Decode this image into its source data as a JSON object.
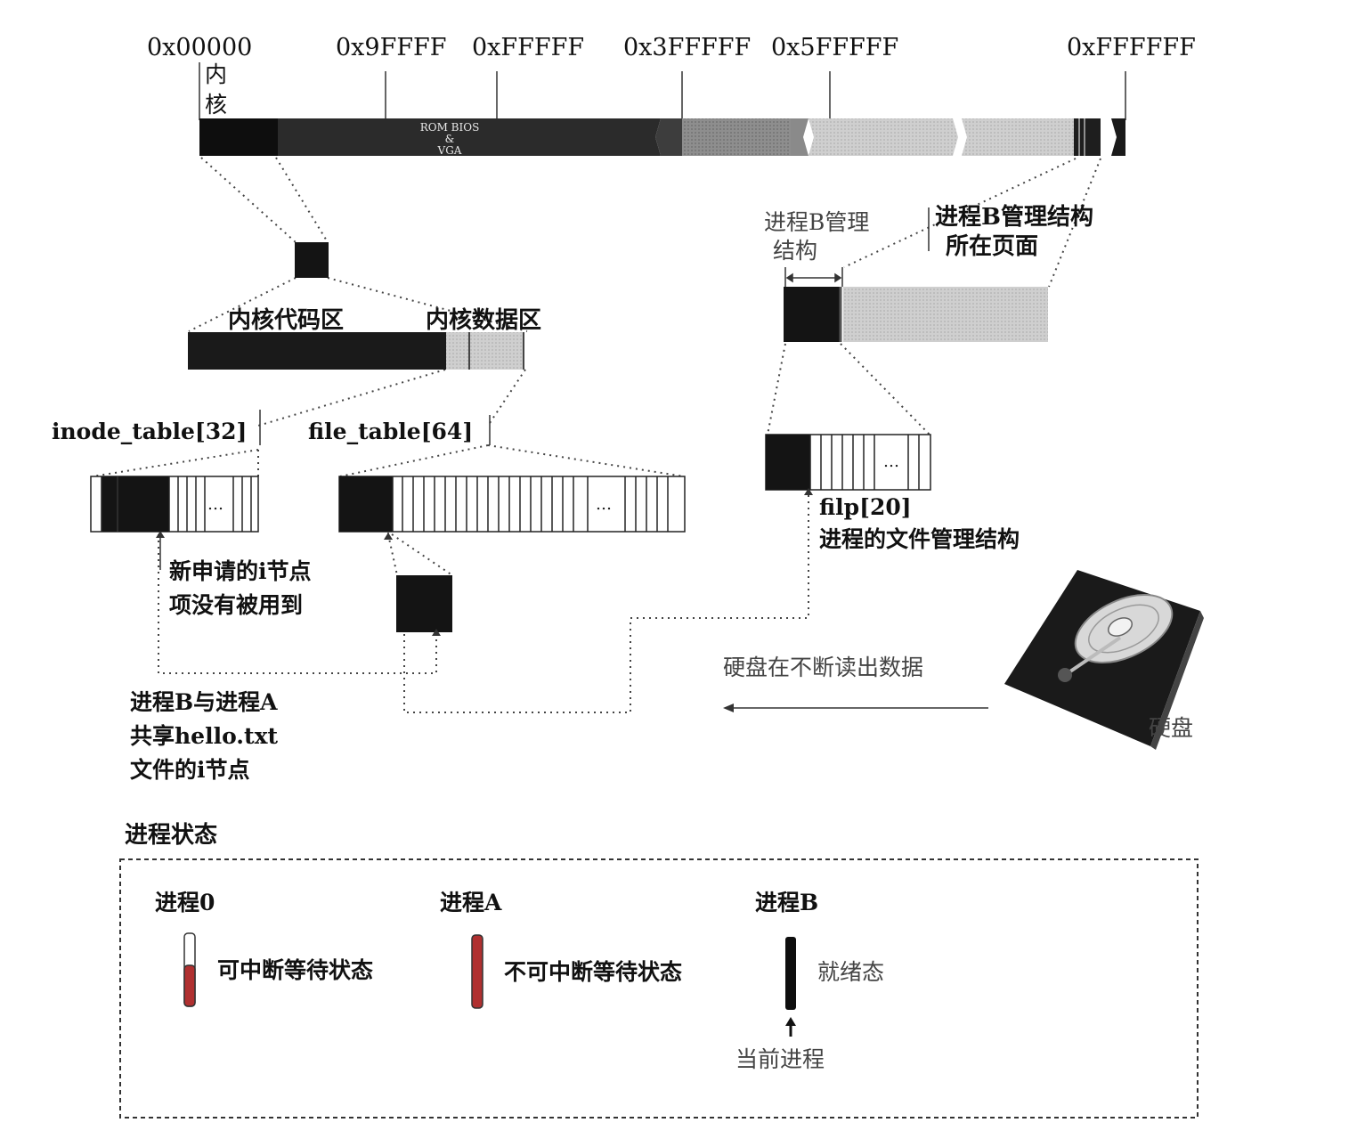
{
  "memory_map": {
    "addresses": [
      "0x00000",
      "0x9FFFF",
      "0xFFFFF",
      "0x3FFFFF",
      "0x5FFFFF",
      "0xFFFFFF"
    ],
    "kernel_label": "内核",
    "rom_label_1": "ROM BIOS",
    "rom_label_2": "&",
    "rom_label_3": "VGA"
  },
  "kernel_detail": {
    "code_area": "内核代码区",
    "data_area": "内核数据区"
  },
  "tables": {
    "inode_table": "inode_table[32]",
    "file_table": "file_table[64]",
    "ellipsis": "…"
  },
  "process_b": {
    "mgmt_struct": "进程B管理结构",
    "mgmt_page": "进程B管理结构所在页面",
    "filp": "filp[20]",
    "filp_desc": "进程的文件管理结构"
  },
  "annotations": {
    "new_inode": "新申请的i节点项没有被用到",
    "shared_inode": "进程B与进程A共享hello.txt文件的i节点",
    "disk_reading": "硬盘在不断读出数据",
    "disk": "硬盘"
  },
  "legend": {
    "title": "进程状态",
    "process0": "进程0",
    "processA": "进程A",
    "processB": "进程B",
    "state_interruptible": "可中断等待状态",
    "state_uninterruptible": "不可中断等待状态",
    "state_ready": "就绪态",
    "current_process": "当前进程"
  },
  "colors": {
    "dark": "#141414",
    "mid": "#3a3a3a",
    "gray": "#8a8a8a",
    "light_gray": "#c8c8c8",
    "red_bar": "#b03030"
  }
}
